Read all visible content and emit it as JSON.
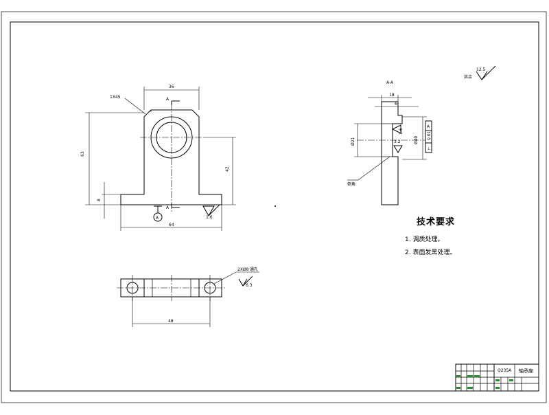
{
  "drawing": {
    "section_label": "A-A",
    "roughness_note": {
      "label": "其余",
      "value": "12.5"
    },
    "front_view": {
      "chamfer_label": "1X45",
      "dim_top_width": "36",
      "dim_height": "63",
      "dim_center_height": "42",
      "dim_base_thickness": "8",
      "dim_total_width": "64",
      "section_mark_top": "A",
      "section_mark_bottom": "A",
      "datum_letter": "A",
      "base_roughness": "1.6"
    },
    "section_view": {
      "dim_width_outer": "18",
      "dim_width_inner": "6",
      "dim_bore": "Ø21",
      "dim_bore_tol": "Ø40",
      "bore_roughness": "1.6",
      "seat_roughness": "3.2",
      "gtol_symbol": "⊥",
      "gtol_value": "0.01",
      "gtol_datum": "A",
      "weld_label": "倒角"
    },
    "top_view": {
      "hole_dim": "48",
      "hole_note": "2XØ8",
      "hole_note2": "通孔",
      "hole_roughness": "6.3"
    },
    "tech_requirements": {
      "title": "技术要求",
      "items": [
        "1. 调质处理。",
        "2. 表面发黑处理。"
      ]
    },
    "title_block": {
      "material": "Q235A",
      "part_name": "轴承座"
    }
  }
}
